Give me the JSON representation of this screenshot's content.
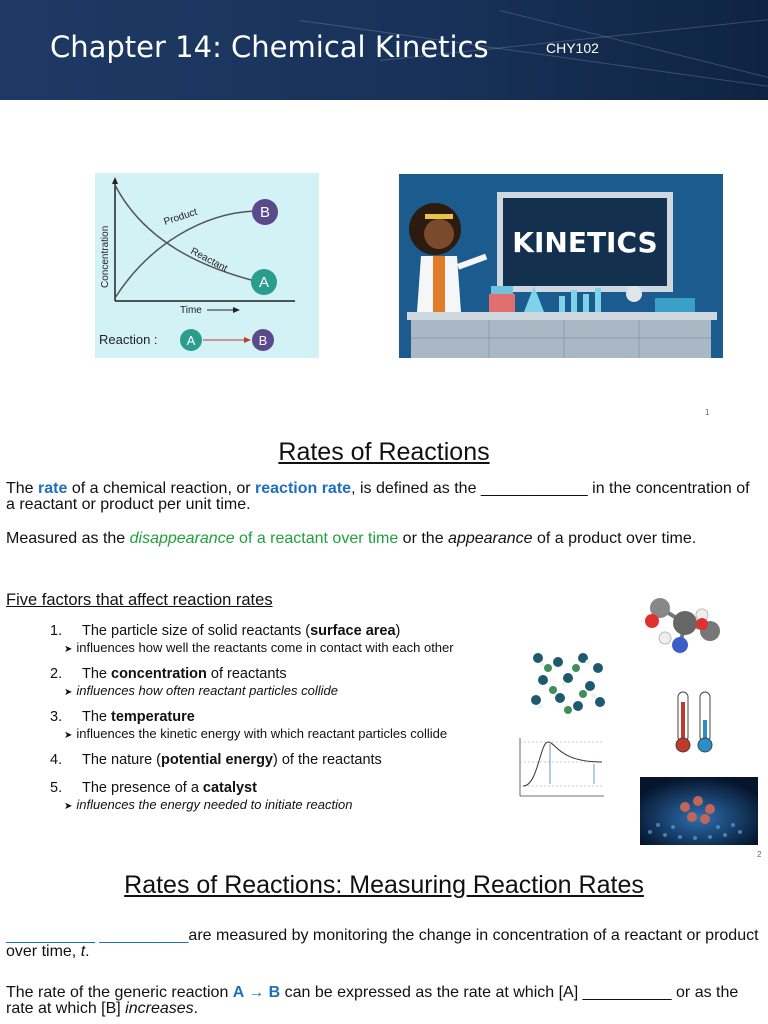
{
  "slide1": {
    "title": "Chapter 14: Chemical Kinetics",
    "course": "CHY102",
    "page_number": "1",
    "graph": {
      "ylabel": "Concentration",
      "xlabel": "Time",
      "product_label": "Product",
      "reactant_label": "Reactant",
      "a": "A",
      "b": "B",
      "reaction_label": "Reaction :"
    },
    "illustration": {
      "board_text": "KINETICS"
    }
  },
  "slide2": {
    "page_number": "2",
    "heading": "Rates of Reactions",
    "def": {
      "p1": "The ",
      "rate": "rate",
      "p2": " of a chemical reaction, or ",
      "reaction_rate": "reaction rate",
      "p3": ", is defined as the ____________ in the concentration of a reactant or product per unit time."
    },
    "measured": {
      "p1": "Measured as the ",
      "dis": "disappearance",
      "green2": " of a reactant over time",
      "p2": " or the ",
      "app": "appearance",
      "p3": " of a product over time."
    },
    "factors_title": "Five factors that affect reaction rates",
    "factors": [
      {
        "num": "1.",
        "pre": "The particle size of solid reactants (",
        "bold": "surface area",
        "post": ")",
        "sub": "influences how well the reactants come in contact with each other",
        "sub_italic": false
      },
      {
        "num": "2.",
        "pre": "The ",
        "bold": "concentration",
        "post": " of reactants",
        "sub": "influences how often reactant particles collide",
        "sub_italic": true
      },
      {
        "num": "3.",
        "pre": "The ",
        "bold": "temperature",
        "post": "",
        "sub": "influences the kinetic energy with which reactant particles collide",
        "sub_italic": false
      },
      {
        "num": "4.",
        "pre": "The nature (",
        "bold": "potential energy",
        "post": ") of the reactants",
        "sub": "",
        "sub_italic": false
      },
      {
        "num": "5.",
        "pre": "The presence of a ",
        "bold": "catalyst",
        "post": "",
        "sub": "influences the energy needed to initiate reaction",
        "sub_italic": true
      }
    ]
  },
  "slide3": {
    "heading": "Rates of Reactions: Measuring Reaction Rates",
    "p1_blank": "__________ __________",
    "p1_rest": "are measured by monitoring the change in concentration of a reactant or product over time, ",
    "p1_t": "t",
    "p1_end": ".",
    "p2_pre": "The rate of the generic reaction ",
    "p2_rxn": "A → B",
    "p2_mid": " can be expressed as the rate at which [A] __________ or as the rate at which [B] ",
    "p2_inc": "increases",
    "p2_end": "."
  },
  "colors": {
    "banner": "#1e3a64",
    "accent_blue": "#1f6fbf",
    "accent_green": "#1fa03a",
    "teal": "#2a9d8f",
    "purple": "#5b4a8b"
  }
}
